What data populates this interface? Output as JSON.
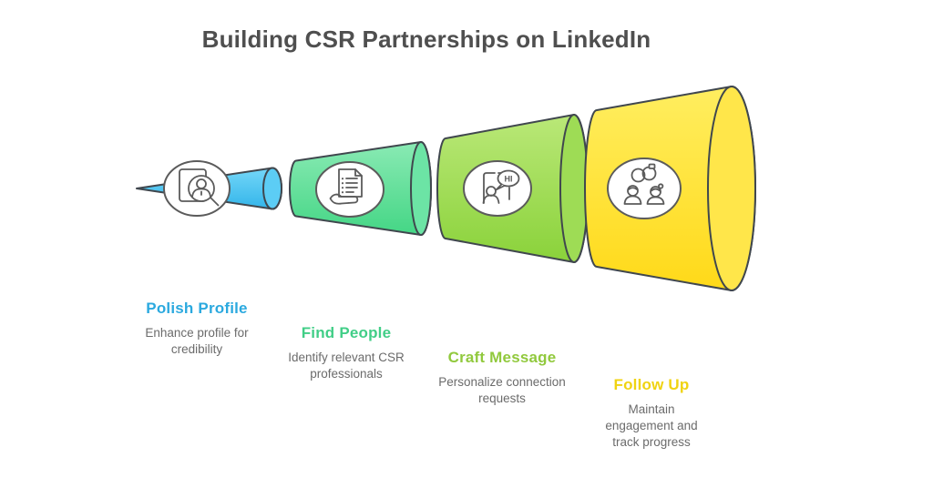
{
  "title": "Building CSR Partnerships on LinkedIn",
  "funnel": {
    "type": "horizontal-funnel",
    "direction": "expanding-left-to-right",
    "bubble_text": "HI",
    "outline_color": "#40474e"
  },
  "stages": [
    {
      "label": "Polish Profile",
      "description": "Enhance profile for credibility",
      "color": "#2BA9DF",
      "segment_color": "#45C0F0",
      "icon": "profile-search-icon"
    },
    {
      "label": "Find People",
      "description": "Identify relevant CSR professionals",
      "color": "#41CE87",
      "segment_color": "#5FDF98",
      "icon": "hand-document-icon"
    },
    {
      "label": "Craft Message",
      "description": "Personalize connection requests",
      "color": "#91C93D",
      "segment_color": "#9BDB4F",
      "icon": "greeting-message-icon"
    },
    {
      "label": "Follow Up",
      "description": "Maintain engagement and track progress",
      "color": "#F0D311",
      "segment_color": "#FFE127",
      "icon": "connected-people-icon"
    }
  ]
}
